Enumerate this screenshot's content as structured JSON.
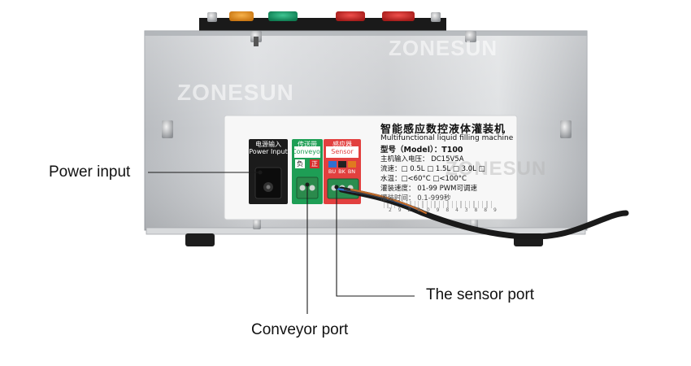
{
  "callouts": {
    "power_input": "Power input",
    "sensor_port": "The sensor port",
    "conveyor_port": "Conveyor port"
  },
  "watermark": "ZONESUN",
  "panel": {
    "title_cn": "智能感应数控液体灌装机",
    "title_en": "Multifunctional liquid filling machine",
    "model": "型号（Model）：T100",
    "voltage": "主机输入电压：   DC15V5A",
    "flow": "流速：□ 0.5L □ 1.5L □ 3.0L □",
    "temp": "水温：□<60°C  □<100°C",
    "speed": "灌装速度：    01-99 PWM可调速",
    "time": "灌装时间：   0.1-999秒",
    "barcode_digits": "2 9 2 6 0 9 8 4 3 8 8 9"
  },
  "ports": {
    "power": {
      "cn": "电源输入",
      "en": "Power Input"
    },
    "conveyor": {
      "cn": "传送带",
      "en": "Conveyor",
      "neg": "负",
      "pos": "正"
    },
    "sensor": {
      "cn": "感应器",
      "en": "Sensor",
      "wires": [
        "BU",
        "BK",
        "BN"
      ]
    }
  },
  "colors": {
    "conveyor_green": "#1e9e55",
    "sensor_red": "#e2403f",
    "button_amber": "#e58f1a",
    "button_green": "#17a06b",
    "button_red": "#d52d2b"
  }
}
